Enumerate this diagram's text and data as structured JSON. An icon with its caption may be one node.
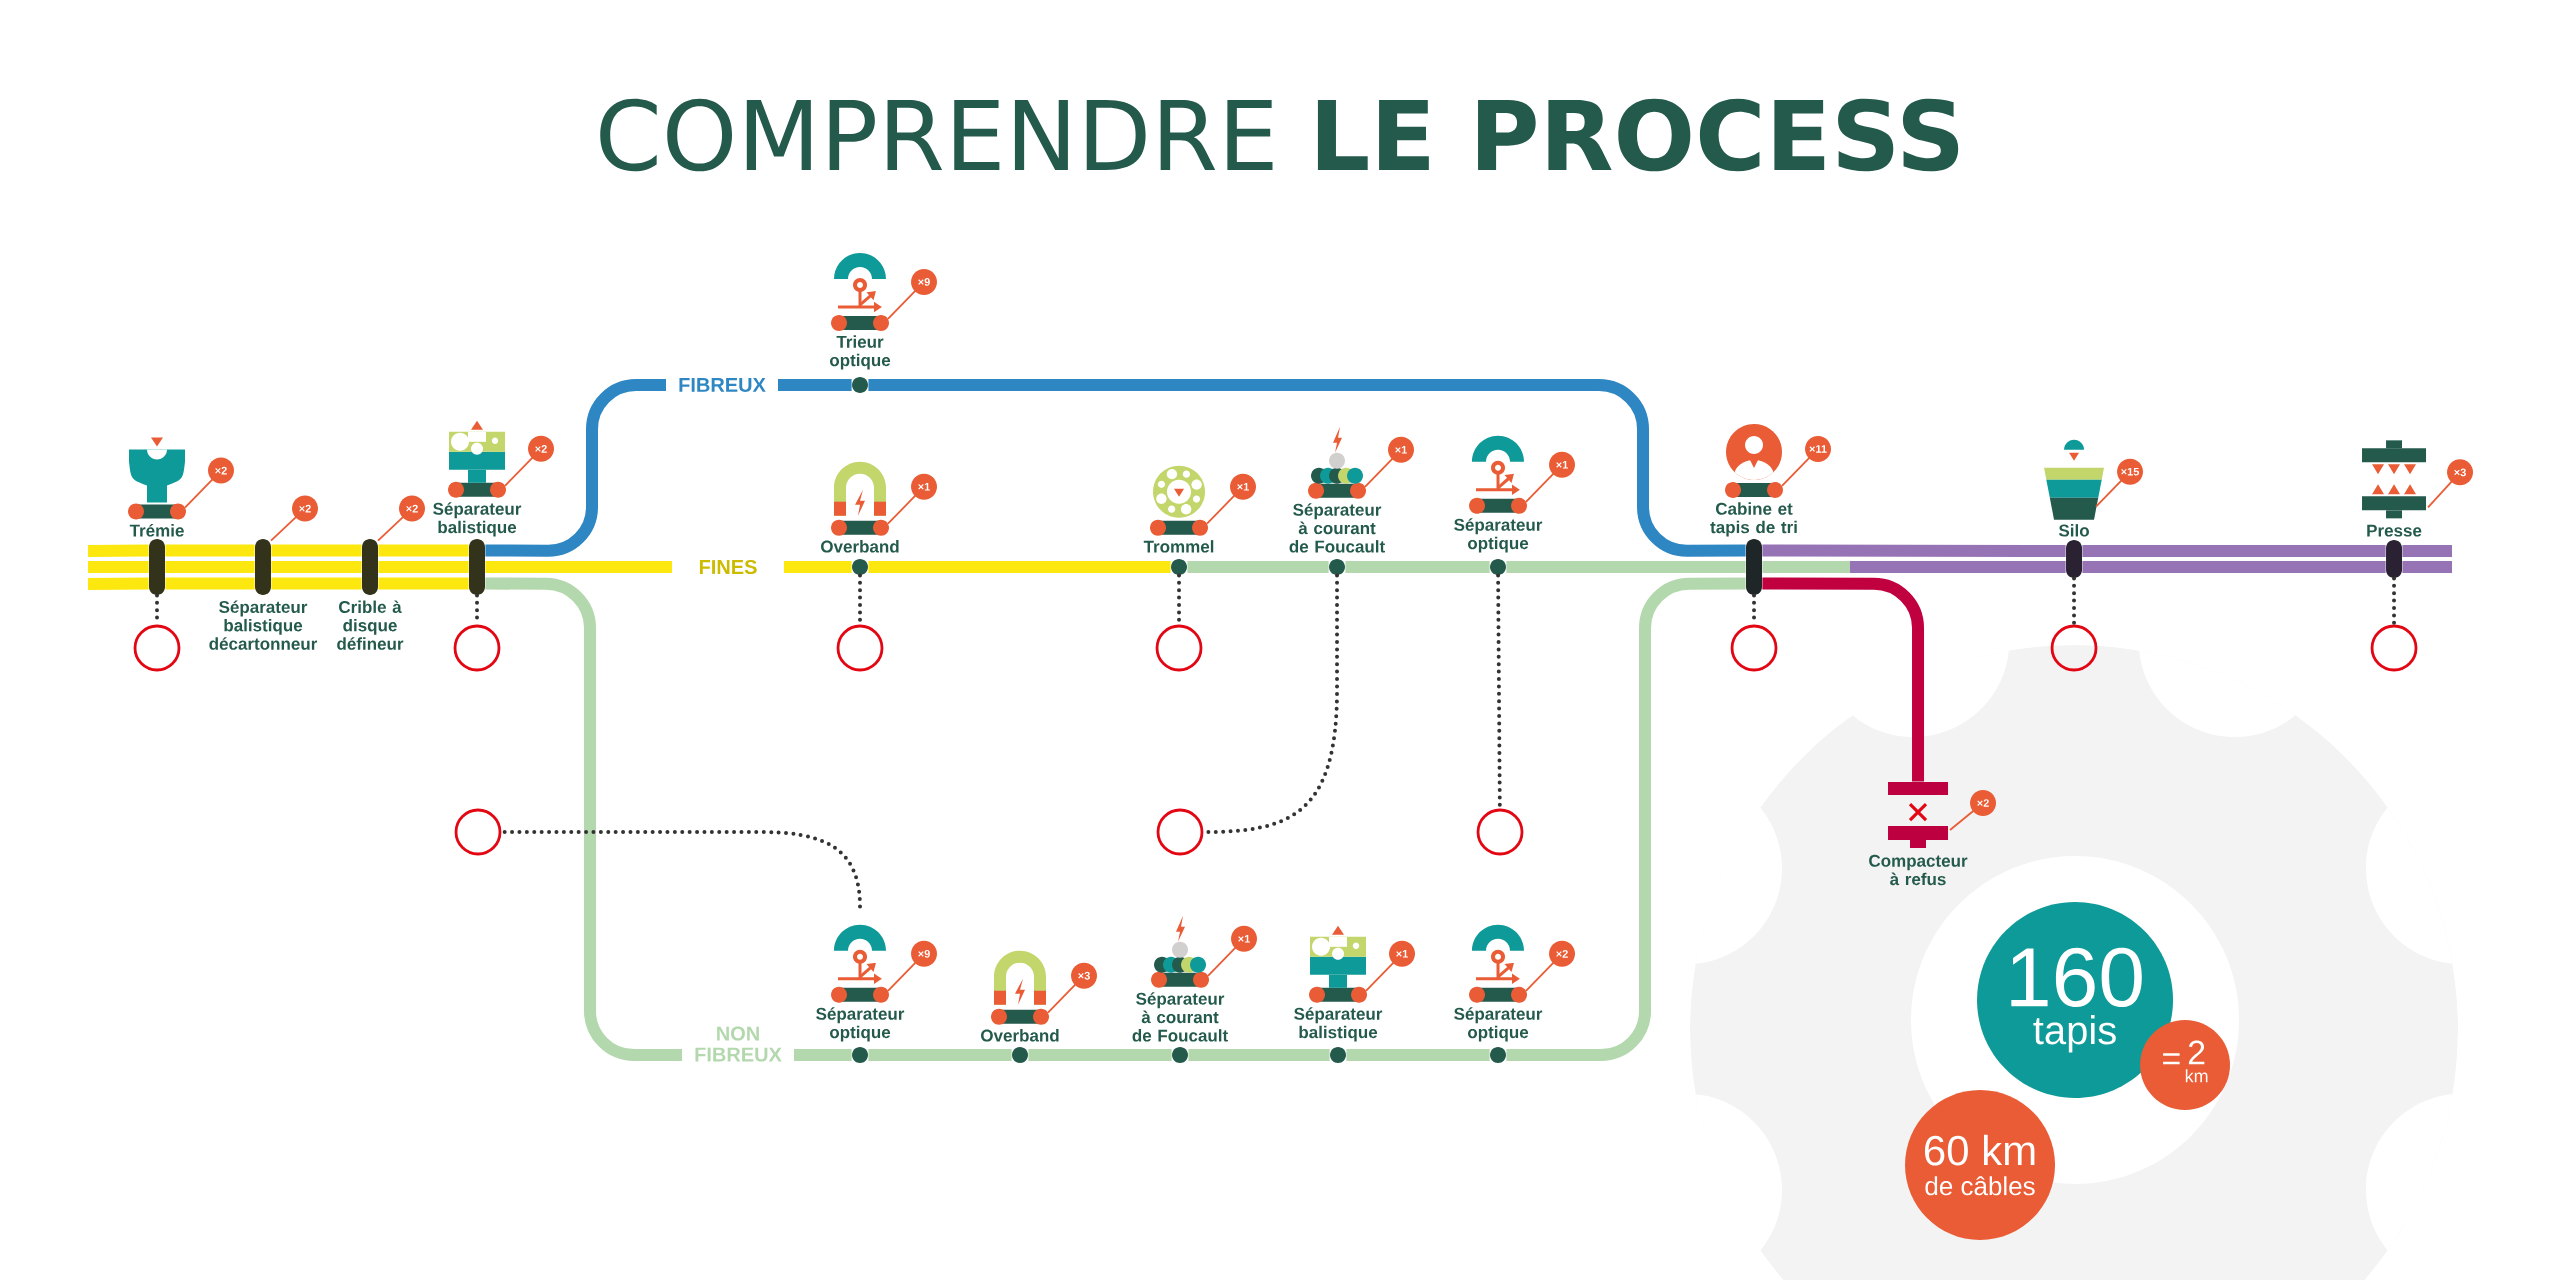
{
  "diagram": {
    "title": "COMPRENDRE **LE PROCESS**",
    "nodes": [
      {
        "text": [
          "Trémie",
          "×2"
        ]
      },
      {
        "text": [
          "×2",
          "Séparateur balistique décartonneur"
        ]
      },
      {
        "text": [
          "×2",
          "Crible à disque défineur"
        ]
      },
      {
        "text": [
          "Séparateur balistique",
          "×2"
        ]
      },
      {
        "text": [
          "Trieur optique",
          "×9"
        ]
      },
      {
        "text": [
          "Overband",
          "×1"
        ]
      },
      {
        "text": [
          "Trommel",
          "×1"
        ]
      },
      {
        "text": [
          "Séparateur à courant de Foucault",
          "×1"
        ]
      },
      {
        "text": [
          "Séparateur optique",
          "×1"
        ]
      },
      {
        "text": [
          "Séparateur optique",
          "×9"
        ]
      },
      {
        "text": [
          "Overband",
          "×3"
        ]
      },
      {
        "text": [
          "Séparateur à courant de Foucault",
          "×1"
        ]
      },
      {
        "text": [
          "Séparateur balistique",
          "×1"
        ]
      },
      {
        "text": [
          "Séparateur optique",
          "×2"
        ]
      },
      {
        "text": [
          "Cabine et tapis de tri",
          "×11"
        ]
      },
      {
        "text": [
          "Silo",
          "×15"
        ]
      },
      {
        "text": [
          "Presse",
          "×3"
        ]
      },
      {
        "text": [
          "Compacteur à refus",
          "×2"
        ]
      },
      {
        "text": [],
        "shape": "circle"
      },
      {
        "text": [],
        "shape": "circle"
      },
      {
        "text": [],
        "shape": "circle"
      },
      {
        "text": [],
        "shape": "circle"
      },
      {
        "text": [],
        "shape": "circle"
      },
      {
        "text": [],
        "shape": "circle"
      },
      {
        "text": [],
        "shape": "circle"
      },
      {
        "text": [],
        "shape": "circle"
      },
      {
        "text": [],
        "shape": "circle"
      },
      {
        "text": [],
        "shape": "circle"
      },
      {
        "text": [
          "160",
          "tapis"
        ]
      },
      {
        "text": [
          "=",
          "2",
          "km"
        ]
      },
      {
        "text": [
          "60 km",
          "de câbles"
        ]
      }
    ],
    "edges": [
      {
        "from": null,
        "to": 0,
        "arrow": "none",
        "color": "#fce80e"
      },
      {
        "from": 0,
        "to": 1,
        "arrow": "none",
        "color": "#fce80e"
      },
      {
        "from": 1,
        "to": 2,
        "arrow": "none",
        "color": "#fce80e"
      },
      {
        "from": 2,
        "to": 3,
        "arrow": "none",
        "color": "#fce80e"
      },
      {
        "from": 3,
        "to": 4,
        "arrow": "none",
        "color": "#2e87c3"
      },
      {
        "from": 4,
        "to": 14,
        "arrow": "none",
        "color": "#2e87c3"
      },
      {
        "from": 3,
        "to": 5,
        "arrow": "none",
        "color": "#fce80e"
      },
      {
        "from": 5,
        "to": 6,
        "arrow": "none",
        "color": "#fce80e"
      },
      {
        "from": 6,
        "to": 7,
        "arrow": "none",
        "color": "#b4d8ad"
      },
      {
        "from": 7,
        "to": 8,
        "arrow": "none",
        "color": "#b4d8ad"
      },
      {
        "from": 8,
        "to": 14,
        "arrow": "none",
        "color": "#b4d8ad"
      },
      {
        "from": 14,
        "to": null,
        "arrow": "none",
        "color": "#b4d8ad"
      },
      {
        "from": 3,
        "to": 9,
        "arrow": "none",
        "color": "#b4d8ad"
      },
      {
        "from": 9,
        "to": 10,
        "arrow": "none",
        "color": "#b4d8ad"
      },
      {
        "from": 10,
        "to": 11,
        "arrow": "none",
        "color": "#b4d8ad"
      },
      {
        "from": 11,
        "to": 12,
        "arrow": "none",
        "color": "#b4d8ad"
      },
      {
        "from": 12,
        "to": 13,
        "arrow": "none",
        "color": "#b4d8ad"
      },
      {
        "from": 13,
        "to": 14,
        "arrow": "none",
        "color": "#b4d8ad"
      },
      {
        "from": 14,
        "to": 17,
        "arrow": "none",
        "color": "#c0003f"
      },
      {
        "from": 14,
        "to": 15,
        "arrow": "none",
        "color": "#9673b4"
      },
      {
        "from": 15,
        "to": 16,
        "arrow": "none",
        "color": "#9673b4"
      },
      {
        "from": 16,
        "to": null,
        "arrow": "none",
        "color": "#9673b4"
      },
      {
        "from": 0,
        "to": 18,
        "arrow": "none",
        "style": "dashed",
        "color": "#333333"
      },
      {
        "from": 3,
        "to": 19,
        "arrow": "none",
        "style": "dashed",
        "color": "#333333"
      },
      {
        "from": 5,
        "to": 20,
        "arrow": "none",
        "style": "dashed",
        "color": "#333333"
      },
      {
        "from": 6,
        "to": 21,
        "arrow": "none",
        "style": "dashed",
        "color": "#333333"
      },
      {
        "from": 14,
        "to": 22,
        "arrow": "none",
        "style": "dashed",
        "color": "#333333"
      },
      {
        "from": 15,
        "to": 23,
        "arrow": "none",
        "style": "dashed",
        "color": "#333333"
      },
      {
        "from": 16,
        "to": 24,
        "arrow": "none",
        "style": "dashed",
        "color": "#333333"
      },
      {
        "from": 9,
        "to": 25,
        "arrow": "none",
        "style": "dashed",
        "color": "#333333"
      },
      {
        "from": 7,
        "to": 26,
        "arrow": "none",
        "style": "dashed",
        "color": "#333333"
      },
      {
        "from": 8,
        "to": 27,
        "arrow": "none",
        "style": "dashed",
        "color": "#333333"
      }
    ],
    "labels": [
      "FIBREUX",
      "FINES",
      "NON FIBREUX"
    ]
  }
}
